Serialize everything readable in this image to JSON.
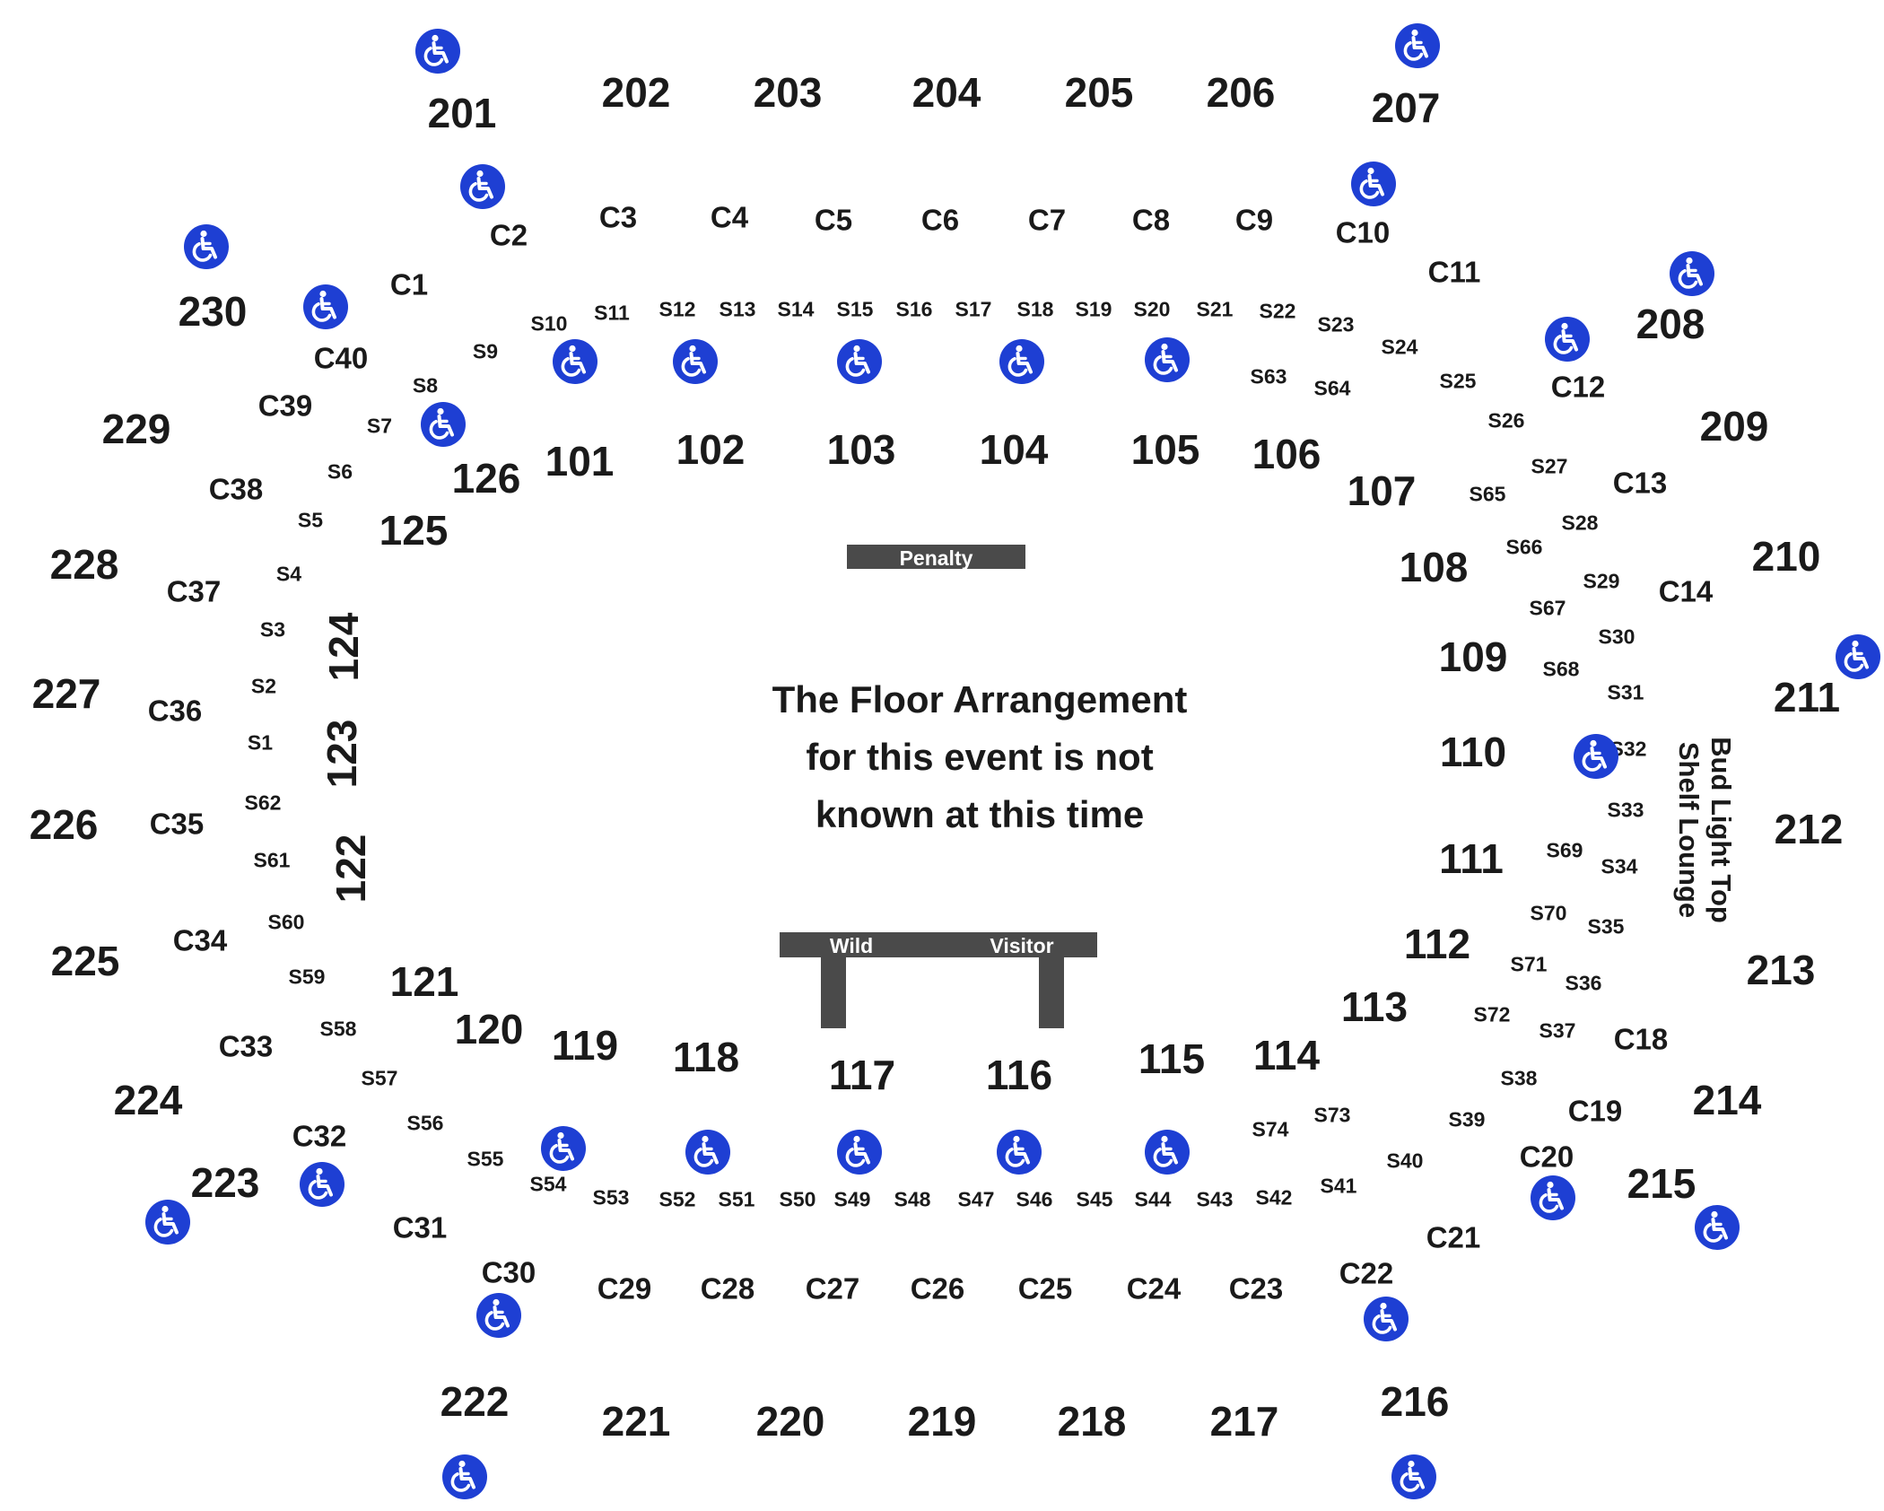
{
  "notice": {
    "line1": "The Floor Arrangement",
    "line2": "for this event is not",
    "line3": "known at this time"
  },
  "lounge": {
    "line1": "Bud Light Top",
    "line2": "Shelf Lounge"
  },
  "boxes": {
    "penalty": "Penalty",
    "wild": "Wild",
    "visitor": "Visitor"
  },
  "colors": {
    "accessible": "#1e3fd3",
    "bench": "#4a4a4a",
    "text": "#1a1a1a"
  },
  "icons": {
    "accessible": "wheelchair-accessible-icon"
  },
  "sections_200": [
    "201",
    "202",
    "203",
    "204",
    "205",
    "206",
    "207",
    "208",
    "209",
    "210",
    "211",
    "212",
    "213",
    "214",
    "215",
    "216",
    "217",
    "218",
    "219",
    "220",
    "221",
    "222",
    "223",
    "224",
    "225",
    "226",
    "227",
    "228",
    "229",
    "230"
  ],
  "sections_100": [
    "101",
    "102",
    "103",
    "104",
    "105",
    "106",
    "107",
    "108",
    "109",
    "110",
    "111",
    "112",
    "113",
    "114",
    "115",
    "116",
    "117",
    "118",
    "119",
    "120",
    "121",
    "122",
    "123",
    "124",
    "125",
    "126"
  ],
  "clubs": [
    "C1",
    "C2",
    "C3",
    "C4",
    "C5",
    "C6",
    "C7",
    "C8",
    "C9",
    "C10",
    "C11",
    "C12",
    "C13",
    "C14",
    "C18",
    "C19",
    "C20",
    "C21",
    "C22",
    "C23",
    "C24",
    "C25",
    "C26",
    "C27",
    "C28",
    "C29",
    "C30",
    "C31",
    "C32",
    "C33",
    "C34",
    "C35",
    "C36",
    "C37",
    "C38",
    "C39",
    "C40"
  ],
  "suites": [
    "S1",
    "S2",
    "S3",
    "S4",
    "S5",
    "S6",
    "S7",
    "S8",
    "S9",
    "S10",
    "S11",
    "S12",
    "S13",
    "S14",
    "S15",
    "S16",
    "S17",
    "S18",
    "S19",
    "S20",
    "S21",
    "S22",
    "S23",
    "S24",
    "S25",
    "S26",
    "S27",
    "S28",
    "S29",
    "S30",
    "S31",
    "S32",
    "S33",
    "S34",
    "S35",
    "S36",
    "S37",
    "S38",
    "S39",
    "S40",
    "S41",
    "S42",
    "S43",
    "S44",
    "S45",
    "S46",
    "S47",
    "S48",
    "S49",
    "S50",
    "S51",
    "S52",
    "S53",
    "S54",
    "S55",
    "S56",
    "S57",
    "S58",
    "S59",
    "S60",
    "S61",
    "S62",
    "S63",
    "S64",
    "S65",
    "S66",
    "S67",
    "S68",
    "S69",
    "S70",
    "S71",
    "S72",
    "S73",
    "S74"
  ]
}
